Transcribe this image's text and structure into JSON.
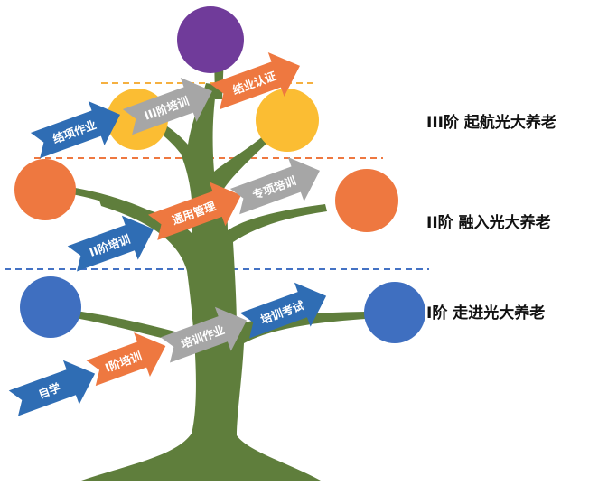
{
  "colors": {
    "trunk": "#5f7e3c",
    "purple": "#703b9a",
    "yellow": "#fbbd33",
    "orange": "#ee7840",
    "blue": "#3f6fc0",
    "gray": "#a6a6a6",
    "arrow_blue": "#2f6db4",
    "arrow_orange": "#ee7840",
    "line_orange": "#f0a04a",
    "line_blue": "#4472c4"
  },
  "levels": {
    "level3": "III阶  起航光大养老",
    "level2": "II阶  融入光大养老",
    "level1": "I阶  走进光大养老"
  },
  "arrows": {
    "self_study": "自学",
    "level1_training": "I阶培训",
    "training_homework": "培训作业",
    "training_exam": "培训考试",
    "level2_training": "II阶培训",
    "general_management": "通用管理",
    "special_training": "专项培训",
    "homework": "结项作业",
    "level3_training": "III阶培训",
    "graduation": "结业认证"
  }
}
